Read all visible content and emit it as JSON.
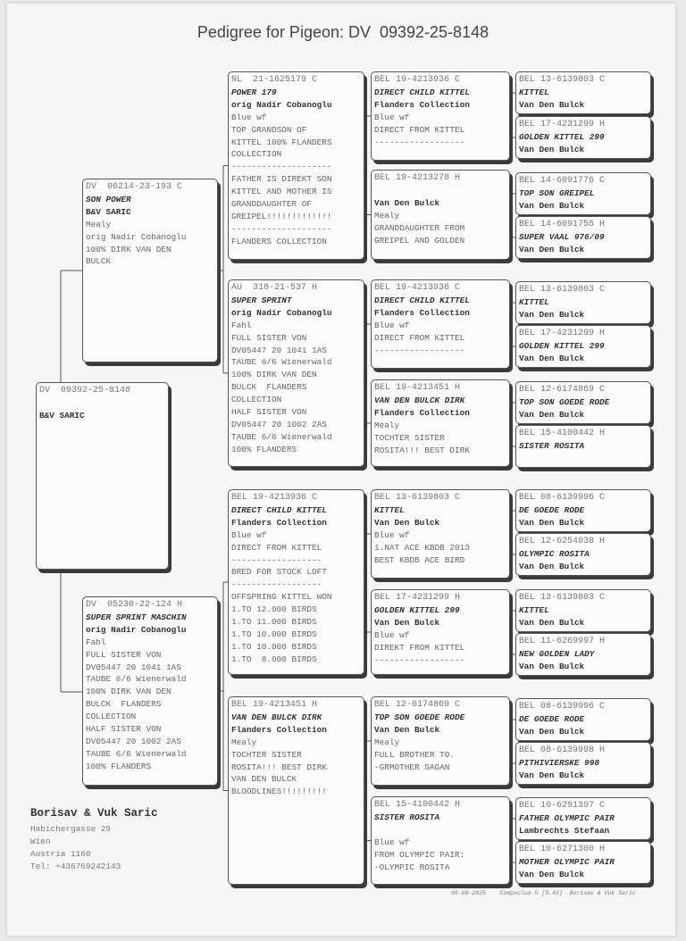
{
  "title": "Pedigree for Pigeon: DV  09392-25-8148",
  "pigeons": [
    {
      "id": "subject",
      "lines": [
        {
          "t": "DV  09392-25-8148",
          "s": "ring"
        },
        {
          "t": "",
          "s": "blank"
        },
        {
          "t": "B&V SARIC",
          "s": "dark"
        }
      ]
    },
    {
      "id": "sire",
      "lines": [
        {
          "t": "DV  06214-23-193 C",
          "s": "ring"
        },
        {
          "t": "SON POWER",
          "s": "name"
        },
        {
          "t": "B&V SARIC",
          "s": "dark"
        },
        {
          "t": "Mealy",
          "s": "light"
        },
        {
          "t": "orig Nadir Cobanoglu",
          "s": "light"
        },
        {
          "t": "100% DIRK VAN DEN",
          "s": "light"
        },
        {
          "t": "BULCK",
          "s": "light"
        }
      ]
    },
    {
      "id": "dam",
      "lines": [
        {
          "t": "DV  05230-22-124 H",
          "s": "ring"
        },
        {
          "t": "SUPER SPRINT MASCHIN",
          "s": "name"
        },
        {
          "t": "orig Nadir Cobanoglu",
          "s": "dark"
        },
        {
          "t": "Fahl",
          "s": "light"
        },
        {
          "t": "FULL SISTER VON",
          "s": "light"
        },
        {
          "t": "DV05447 20 1041 1AS",
          "s": "light"
        },
        {
          "t": "TAUBE 6/6 Wienerwald",
          "s": "light"
        },
        {
          "t": "100% DIRK VAN DEN",
          "s": "light"
        },
        {
          "t": "BULCK  FLANDERS",
          "s": "light"
        },
        {
          "t": "COLLECTION",
          "s": "light"
        },
        {
          "t": "HALF SISTER VON",
          "s": "light"
        },
        {
          "t": "DV05447 20 1002 2AS",
          "s": "light"
        },
        {
          "t": "TAUBE 6/6 Wienerwald",
          "s": "light"
        },
        {
          "t": "100% FLANDERS",
          "s": "light"
        }
      ]
    },
    {
      "id": "ss",
      "lines": [
        {
          "t": "NL  21-1625179 C",
          "s": "ring"
        },
        {
          "t": "POWER 179",
          "s": "name"
        },
        {
          "t": "orig Nadir Cobanoglu",
          "s": "dark"
        },
        {
          "t": "Blue wf",
          "s": "light"
        },
        {
          "t": "TOP GRANDSON OF",
          "s": "light"
        },
        {
          "t": "KITTEL 100% FLANDERS",
          "s": "light"
        },
        {
          "t": "COLLECTION",
          "s": "light"
        },
        {
          "t": "--------------------",
          "s": "light"
        },
        {
          "t": "FATHER IS DIREKT SON",
          "s": "light"
        },
        {
          "t": "KITTEL AND MOTHER IS",
          "s": "light"
        },
        {
          "t": "GRANDDAUGHTER OF",
          "s": "light"
        },
        {
          "t": "GREIPEL!!!!!!!!!!!!!",
          "s": "light"
        },
        {
          "t": "--------------------",
          "s": "light"
        },
        {
          "t": "FLANDERS COLLECTION",
          "s": "light"
        }
      ]
    },
    {
      "id": "sd",
      "lines": [
        {
          "t": "AU  318-21-537 H",
          "s": "ring"
        },
        {
          "t": "SUPER SPRINT",
          "s": "name"
        },
        {
          "t": "orig Nadir Cobanoglu",
          "s": "dark"
        },
        {
          "t": "Fahl",
          "s": "light"
        },
        {
          "t": "FULL SISTER VON",
          "s": "light"
        },
        {
          "t": "DV05447 20 1041 1AS",
          "s": "light"
        },
        {
          "t": "TAUBE 6/6 Wienerwald",
          "s": "light"
        },
        {
          "t": "100% DIRK VAN DEN",
          "s": "light"
        },
        {
          "t": "BULCK  FLANDERS",
          "s": "light"
        },
        {
          "t": "COLLECTION",
          "s": "light"
        },
        {
          "t": "HALF SISTER VON",
          "s": "light"
        },
        {
          "t": "DV05447 20 1002 2AS",
          "s": "light"
        },
        {
          "t": "TAUBE 6/6 Wienerwald",
          "s": "light"
        },
        {
          "t": "100% FLANDERS",
          "s": "light"
        }
      ]
    },
    {
      "id": "ds",
      "lines": [
        {
          "t": "BEL 19-4213936 C",
          "s": "ring"
        },
        {
          "t": "DIRECT CHILD KITTEL",
          "s": "name"
        },
        {
          "t": "Flanders Collection",
          "s": "dark"
        },
        {
          "t": "Blue wf",
          "s": "light"
        },
        {
          "t": "DIRECT FROM KITTEL",
          "s": "light"
        },
        {
          "t": "------------------",
          "s": "light"
        },
        {
          "t": "BRED FOR STOCK LOFT",
          "s": "light"
        },
        {
          "t": "------------------",
          "s": "light"
        },
        {
          "t": "OFFSPRING KITTEL WON",
          "s": "light"
        },
        {
          "t": "1.TO 12.000 BIRDS",
          "s": "light"
        },
        {
          "t": "1.TO 11.000 BIRDS",
          "s": "light"
        },
        {
          "t": "1.TO 10.000 BIRDS",
          "s": "light"
        },
        {
          "t": "1.TO 10.000 BIRDS",
          "s": "light"
        },
        {
          "t": "1.TO  8.000 BIRDS",
          "s": "light"
        }
      ]
    },
    {
      "id": "dd",
      "lines": [
        {
          "t": "BEL 19-4213451 H",
          "s": "ring"
        },
        {
          "t": "VAN DEN BULCK DIRK",
          "s": "name"
        },
        {
          "t": "Flanders Collection",
          "s": "dark"
        },
        {
          "t": "Mealy",
          "s": "light"
        },
        {
          "t": "TOCHTER SISTER",
          "s": "light"
        },
        {
          "t": "ROSITA!!! BEST DIRK",
          "s": "light"
        },
        {
          "t": "VAN DEN BULCK",
          "s": "light"
        },
        {
          "t": "BLOODLINES!!!!!!!!!",
          "s": "light"
        }
      ]
    },
    {
      "id": "sss",
      "lines": [
        {
          "t": "BEL 19-4213936 C",
          "s": "ring"
        },
        {
          "t": "DIRECT CHILD KITTEL",
          "s": "name"
        },
        {
          "t": "Flanders Collection",
          "s": "dark"
        },
        {
          "t": "Blue wf",
          "s": "light"
        },
        {
          "t": "DIRECT FROM KITTEL",
          "s": "light"
        },
        {
          "t": "------------------",
          "s": "light"
        }
      ]
    },
    {
      "id": "ssd",
      "lines": [
        {
          "t": "BEL 19-4213278 H",
          "s": "ring"
        },
        {
          "t": "",
          "s": "blank"
        },
        {
          "t": "Van Den Bulck",
          "s": "dark"
        },
        {
          "t": "Mealy",
          "s": "light"
        },
        {
          "t": "GRANDDAUGHTER FROM",
          "s": "light"
        },
        {
          "t": "GREIPEL AND GOLDEN",
          "s": "light"
        }
      ]
    },
    {
      "id": "sds",
      "lines": [
        {
          "t": "BEL 19-4213936 C",
          "s": "ring"
        },
        {
          "t": "DIRECT CHILD KITTEL",
          "s": "name"
        },
        {
          "t": "Flanders Collection",
          "s": "dark"
        },
        {
          "t": "Blue wf",
          "s": "light"
        },
        {
          "t": "DIRECT FROM KITTEL",
          "s": "light"
        },
        {
          "t": "------------------",
          "s": "light"
        }
      ]
    },
    {
      "id": "sdd",
      "lines": [
        {
          "t": "BEL 19-4213451 H",
          "s": "ring"
        },
        {
          "t": "VAN DEN BULCK DIRK",
          "s": "name"
        },
        {
          "t": "Flanders Collection",
          "s": "dark"
        },
        {
          "t": "Mealy",
          "s": "light"
        },
        {
          "t": "TOCHTER SISTER",
          "s": "light"
        },
        {
          "t": "ROSITA!!! BEST DIRK",
          "s": "light"
        }
      ]
    },
    {
      "id": "dss",
      "lines": [
        {
          "t": "BEL 13-6139803 C",
          "s": "ring"
        },
        {
          "t": "KITTEL",
          "s": "name"
        },
        {
          "t": "Van Den Bulck",
          "s": "dark"
        },
        {
          "t": "Blue wf",
          "s": "light"
        },
        {
          "t": "1.NAT ACE KBDB 2013",
          "s": "light"
        },
        {
          "t": "BEST KBDB ACE BIRD",
          "s": "light"
        }
      ]
    },
    {
      "id": "dsd",
      "lines": [
        {
          "t": "BEL 17-4231299 H",
          "s": "ring"
        },
        {
          "t": "GOLDEN KITTEL 299",
          "s": "name"
        },
        {
          "t": "Van Den Bulck",
          "s": "dark"
        },
        {
          "t": "Blue wf",
          "s": "light"
        },
        {
          "t": "DIREKT FROM KITTEL",
          "s": "light"
        },
        {
          "t": "------------------",
          "s": "light"
        }
      ]
    },
    {
      "id": "dds",
      "lines": [
        {
          "t": "BEL 12-6174869 C",
          "s": "ring"
        },
        {
          "t": "TOP SON GOEDE RODE",
          "s": "name"
        },
        {
          "t": "Van Den Bulck",
          "s": "dark"
        },
        {
          "t": "Mealy",
          "s": "light"
        },
        {
          "t": "FULL BROTHER TO.",
          "s": "light"
        },
        {
          "t": "-GRMOTHER SAGAN",
          "s": "light"
        }
      ]
    },
    {
      "id": "ddd",
      "lines": [
        {
          "t": "BEL 15-4100442 H",
          "s": "ring"
        },
        {
          "t": "SISTER ROSITA",
          "s": "name"
        },
        {
          "t": "",
          "s": "blank"
        },
        {
          "t": "Blue wf",
          "s": "light"
        },
        {
          "t": "FROM OLYMPIC PAIR:",
          "s": "light"
        },
        {
          "t": "-OLYMPIC ROSITA",
          "s": "light"
        }
      ]
    },
    {
      "id": "g5-1",
      "lines": [
        {
          "t": "BEL 13-6139803 C",
          "s": "ring"
        },
        {
          "t": "KITTEL",
          "s": "name"
        },
        {
          "t": "Van Den Bulck",
          "s": "dark"
        }
      ]
    },
    {
      "id": "g5-2",
      "lines": [
        {
          "t": "BEL 17-4231299 H",
          "s": "ring"
        },
        {
          "t": "GOLDEN KITTEL 299",
          "s": "name"
        },
        {
          "t": "Van Den Bulck",
          "s": "dark"
        }
      ]
    },
    {
      "id": "g5-3",
      "lines": [
        {
          "t": "BEL 14-6091776 C",
          "s": "ring"
        },
        {
          "t": "TOP SON GREIPEL",
          "s": "name"
        },
        {
          "t": "Van Den Bulck",
          "s": "dark"
        }
      ]
    },
    {
      "id": "g5-4",
      "lines": [
        {
          "t": "BEL 14-6091755 H",
          "s": "ring"
        },
        {
          "t": "SUPER VAAL 976/09",
          "s": "name"
        },
        {
          "t": "Van Den Bulck",
          "s": "dark"
        }
      ]
    },
    {
      "id": "g5-5",
      "lines": [
        {
          "t": "BEL 13-6139803 C",
          "s": "ring"
        },
        {
          "t": "KITTEL",
          "s": "name"
        },
        {
          "t": "Van Den Bulck",
          "s": "dark"
        }
      ]
    },
    {
      "id": "g5-6",
      "lines": [
        {
          "t": "BEL 17-4231299 H",
          "s": "ring"
        },
        {
          "t": "GOLDEN KITTEL 299",
          "s": "name"
        },
        {
          "t": "Van Den Bulck",
          "s": "dark"
        }
      ]
    },
    {
      "id": "g5-7",
      "lines": [
        {
          "t": "BEL 12-6174869 C",
          "s": "ring"
        },
        {
          "t": "TOP SON GOEDE RODE",
          "s": "name"
        },
        {
          "t": "Van Den Bulck",
          "s": "dark"
        }
      ]
    },
    {
      "id": "g5-8",
      "lines": [
        {
          "t": "BEL 15-4100442 H",
          "s": "ring"
        },
        {
          "t": "SISTER ROSITA",
          "s": "name"
        }
      ]
    },
    {
      "id": "g5-9",
      "lines": [
        {
          "t": "BEL 08-6139996 C",
          "s": "ring"
        },
        {
          "t": "DE GOEDE RODE",
          "s": "name"
        },
        {
          "t": "Van Den Bulck",
          "s": "dark"
        }
      ]
    },
    {
      "id": "g5-10",
      "lines": [
        {
          "t": "BEL 12-6254038 H",
          "s": "ring"
        },
        {
          "t": "OLYMPIC ROSITA",
          "s": "name"
        },
        {
          "t": "Van Den Bulck",
          "s": "dark"
        }
      ]
    },
    {
      "id": "g5-11",
      "lines": [
        {
          "t": "BEL 13-6139803 C",
          "s": "ring"
        },
        {
          "t": "KITTEL",
          "s": "name"
        },
        {
          "t": "Van Den Bulck",
          "s": "dark"
        }
      ]
    },
    {
      "id": "g5-12",
      "lines": [
        {
          "t": "BEL 11-6269997 H",
          "s": "ring"
        },
        {
          "t": "NEW GOLDEN LADY",
          "s": "name"
        },
        {
          "t": "Van Den Bulck",
          "s": "dark"
        }
      ]
    },
    {
      "id": "g5-13",
      "lines": [
        {
          "t": "BEL 08-6139996 C",
          "s": "ring"
        },
        {
          "t": "DE GOEDE RODE",
          "s": "name"
        },
        {
          "t": "Van Den Bulck",
          "s": "dark"
        }
      ]
    },
    {
      "id": "g5-14",
      "lines": [
        {
          "t": "BEL 08-6139998 H",
          "s": "ring"
        },
        {
          "t": "PITHIVIERSKE 998",
          "s": "name"
        },
        {
          "t": "Van Den Bulck",
          "s": "dark"
        }
      ]
    },
    {
      "id": "g5-15",
      "lines": [
        {
          "t": "BEL 10-6291397 C",
          "s": "ring"
        },
        {
          "t": "FATHER OLYMPIC PAIR",
          "s": "name"
        },
        {
          "t": "Lambrechts Stefaan",
          "s": "dark"
        }
      ]
    },
    {
      "id": "g5-16",
      "lines": [
        {
          "t": "BEL 10-6271300 H",
          "s": "ring"
        },
        {
          "t": "MOTHER OLYMPIC PAIR",
          "s": "name"
        },
        {
          "t": "Van Den Bulck",
          "s": "dark"
        }
      ]
    }
  ],
  "owner": {
    "name": "Borisav & Vuk Saric",
    "address": [
      "Habichergasse 29",
      "Wien",
      "Austria 1160",
      "Tel: +436769242143"
    ]
  },
  "footer": "05-08-2025    Compuclub © [9.42]  Borisav & Vuk Saric"
}
